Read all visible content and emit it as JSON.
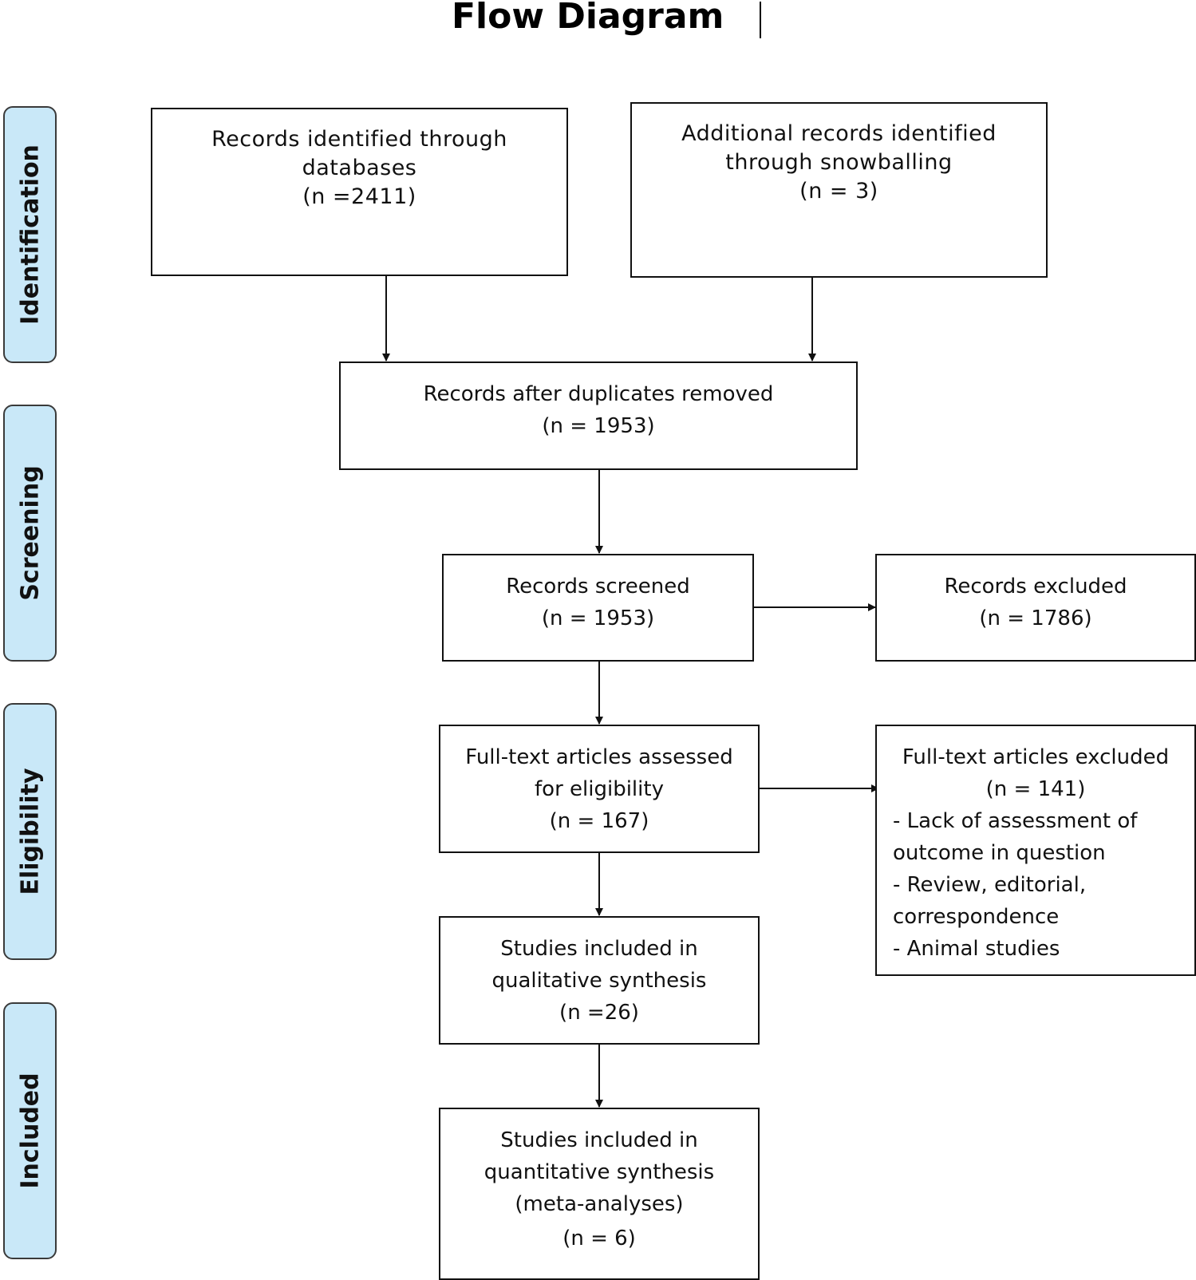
{
  "title": "Flow Diagram",
  "stages": {
    "identification": "Identification",
    "screening": "Screening",
    "eligibility": "Eligibility",
    "included": "Included"
  },
  "boxes": {
    "databases": {
      "line1": "Records identified through",
      "line2": "databases",
      "count": "(n =2411)"
    },
    "snowballing": {
      "line1": "Additional records identified",
      "line2": "through snowballing",
      "count": "(n = 3)"
    },
    "duplicates_removed": {
      "line1": "Records after duplicates removed",
      "count": "(n = 1953)"
    },
    "screened": {
      "line1": "Records screened",
      "count": "(n = 1953)"
    },
    "excluded": {
      "line1": "Records excluded",
      "count": "(n = 1786)"
    },
    "fulltext_assessed": {
      "line1": "Full-text articles assessed",
      "line2": "for eligibility",
      "count": "(n = 167)"
    },
    "fulltext_excluded": {
      "line1": "Full-text articles excluded",
      "count": "(n = 141)",
      "reasons": [
        "- Lack of assessment of",
        "outcome in question",
        "- Review, editorial,",
        "correspondence",
        "- Animal studies"
      ]
    },
    "qualitative": {
      "line1": "Studies included in",
      "line2": "qualitative synthesis",
      "count": "(n =26)"
    },
    "quantitative": {
      "line1": "Studies included in",
      "line2": "quantitative synthesis",
      "line3": "(meta-analyses)",
      "count": "(n = 6)"
    }
  },
  "colors": {
    "stage_fill": "#c9e8f8",
    "stroke": "#111111"
  }
}
